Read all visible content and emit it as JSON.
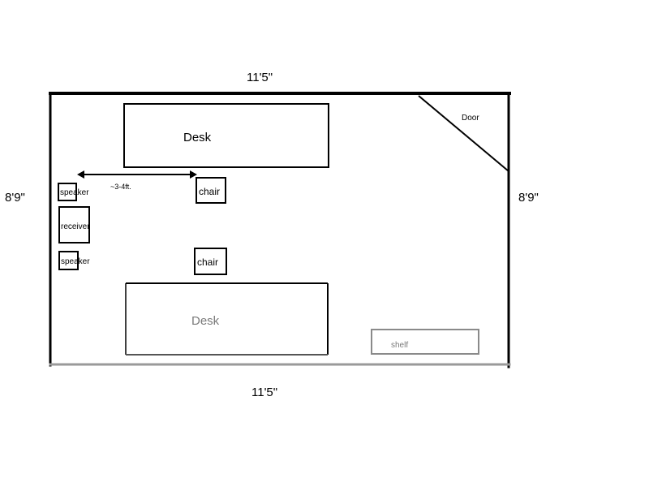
{
  "dimensions": {
    "top_width": "11'5\"",
    "bottom_width": "11'5\"",
    "left_height": "8'9\"",
    "right_height": "8'9\""
  },
  "furniture": {
    "desk_top": "Desk",
    "desk_bottom": "Desk",
    "chair_top": "chair",
    "chair_bottom": "chair",
    "speaker_top": "speaker",
    "receiver": "receiver",
    "speaker_bottom": "speaker",
    "shelf": "shelf",
    "door": "Door"
  },
  "distance": {
    "label": "~3-4ft."
  },
  "colors": {
    "line": "#000000",
    "faded_line": "#9a9a9a",
    "faded_text": "#7a7a7a"
  }
}
